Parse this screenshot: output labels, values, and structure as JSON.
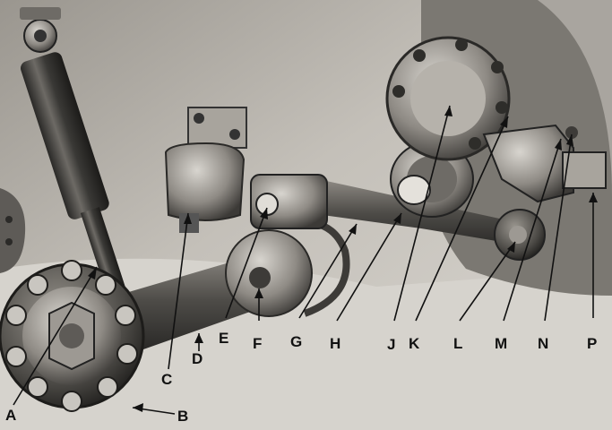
{
  "labels": {
    "A": "A",
    "B": "B",
    "C": "C",
    "D": "D",
    "E": "E",
    "F": "F",
    "G": "G",
    "H": "H",
    "J": "J",
    "K": "K",
    "L": "L",
    "M": "M",
    "N": "N",
    "P": "P"
  }
}
